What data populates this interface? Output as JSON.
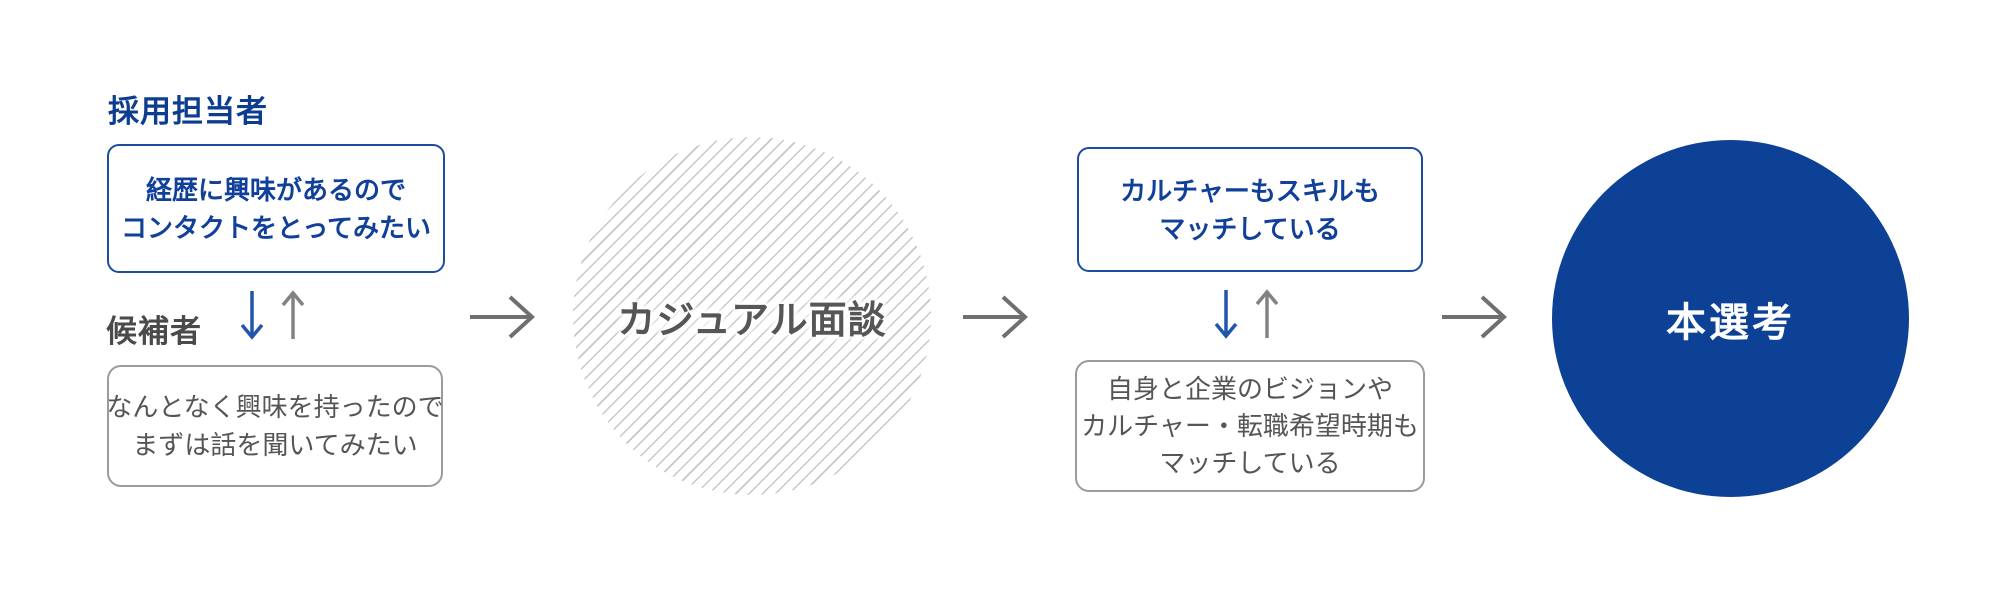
{
  "diagram_title": "casual-interview-recruiting-flow",
  "stage1": {
    "recruiter_label": "採用担当者",
    "recruiter_box_lines": [
      "経歴に興味があるので",
      "コンタクトをとってみたい"
    ],
    "candidate_label": "候補者",
    "candidate_box_lines": [
      "なんとなく興味を持ったので",
      "まずは話を聞いてみたい"
    ]
  },
  "stage2": {
    "circle_label": "カジュアル面談"
  },
  "stage3": {
    "recruiter_box_lines": [
      "カルチャーもスキルも",
      "マッチしている"
    ],
    "candidate_box_lines": [
      "自身と企業のビジョンや",
      "カルチャー・転職希望時期も",
      "マッチしている"
    ]
  },
  "stage4": {
    "circle_label": "本選考"
  },
  "icons": {
    "flow": "arrow-right-icon",
    "exchange_down": "arrow-down-icon",
    "exchange_up": "arrow-up-icon"
  },
  "colors": {
    "brand_blue": "#0d4195",
    "label_blue": "#0c3d8f",
    "text_blue": "#10409a",
    "border_blue": "#1c4ba3",
    "arrow_blue": "#2156ac",
    "label_gray": "#4a4a4a",
    "gray_text": "#555555",
    "gray_border": "#9b9b9b",
    "circle_text_gray": "#565656",
    "arrow_gray": "#6f6f6f",
    "arrow_up_gray": "#828282",
    "hatch_line": "#c7c7c7",
    "bg": "#ffffff"
  }
}
